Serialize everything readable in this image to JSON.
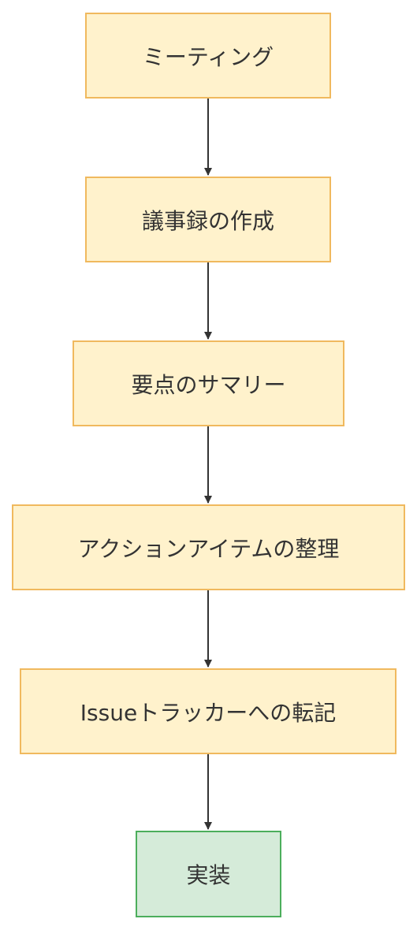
{
  "nodes": [
    {
      "label": "ミーティング"
    },
    {
      "label": "議事録の作成"
    },
    {
      "label": "要点のサマリー"
    },
    {
      "label": "アクションアイテムの整理"
    },
    {
      "label": "Issueトラッカーへの転記"
    },
    {
      "label": "実装"
    }
  ],
  "colors": {
    "process_fill": "#fff2cc",
    "process_border": "#f0b95e",
    "final_fill": "#d5ebd9",
    "final_border": "#4cae5c",
    "arrow": "#333333",
    "text": "#333333"
  }
}
